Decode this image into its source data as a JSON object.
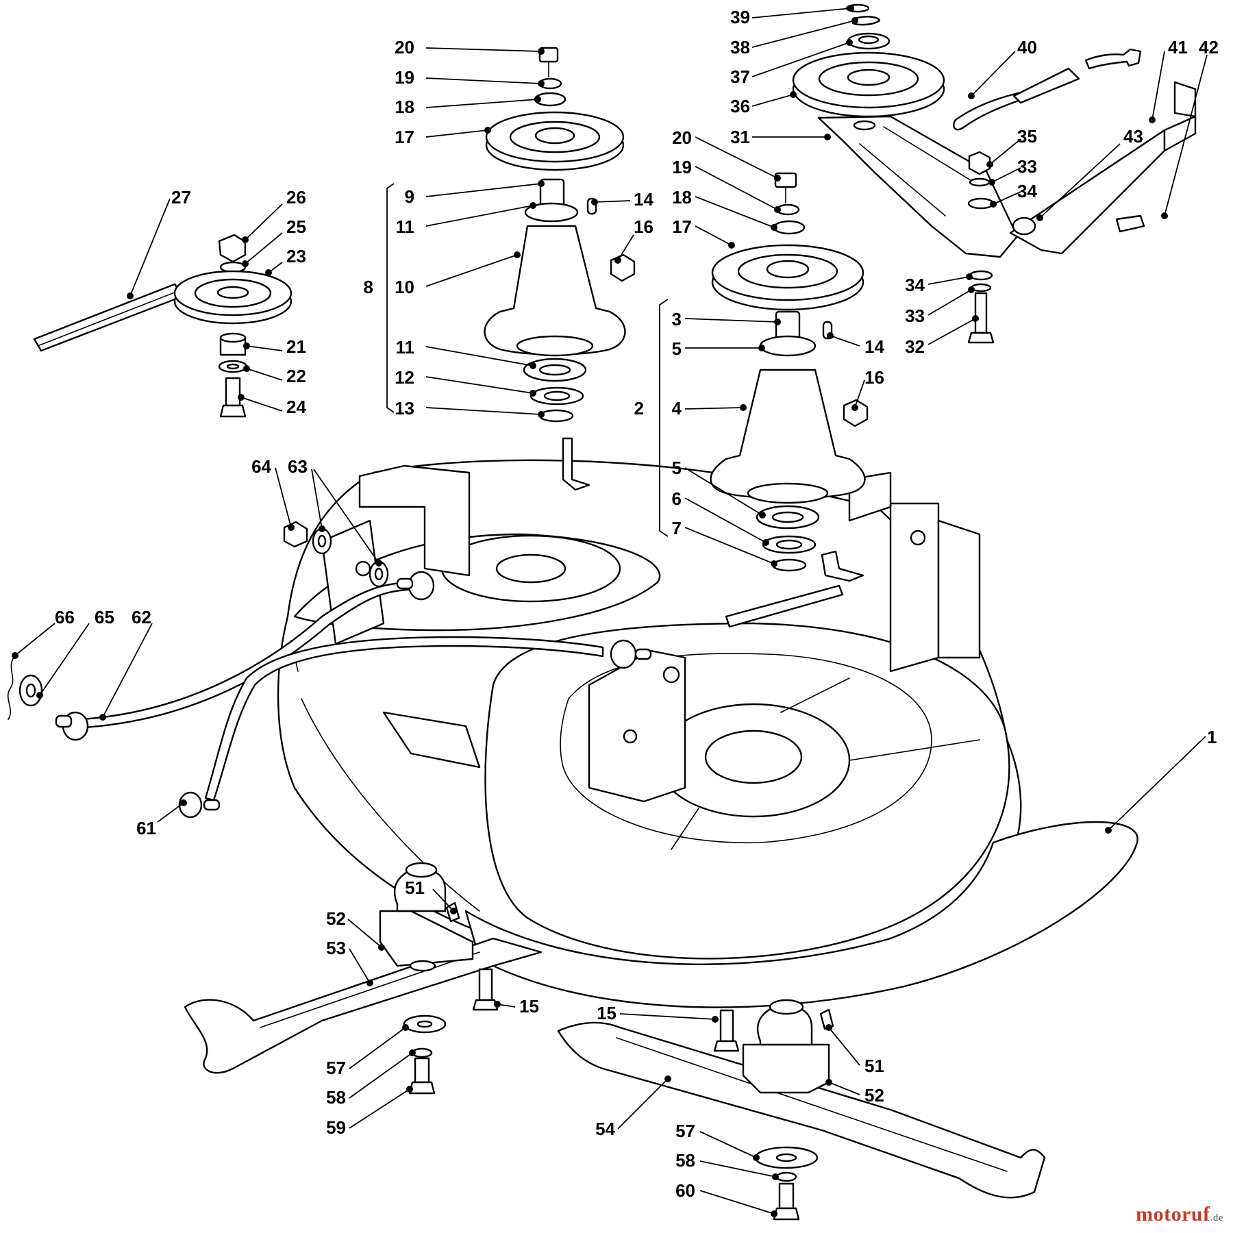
{
  "callouts": {
    "c1": "1",
    "c2": "2",
    "c3": "3",
    "c4": "4",
    "c5a": "5",
    "c5b": "5",
    "c6": "6",
    "c7": "7",
    "c8": "8",
    "c9": "9",
    "c10": "10",
    "c11a": "11",
    "c11b": "11",
    "c12": "12",
    "c13": "13",
    "c14a": "14",
    "c14b": "14",
    "c15a": "15",
    "c15b": "15",
    "c16a": "16",
    "c16b": "16",
    "c17a": "17",
    "c17b": "17",
    "c18a": "18",
    "c18b": "18",
    "c19a": "19",
    "c19b": "19",
    "c20a": "20",
    "c20b": "20",
    "c21": "21",
    "c22": "22",
    "c23": "23",
    "c24": "24",
    "c25": "25",
    "c26": "26",
    "c27": "27",
    "c31": "31",
    "c32": "32",
    "c33a": "33",
    "c33b": "33",
    "c34a": "34",
    "c34b": "34",
    "c35": "35",
    "c36": "36",
    "c37": "37",
    "c38": "38",
    "c39": "39",
    "c40": "40",
    "c41": "41",
    "c42": "42",
    "c43": "43",
    "c51a": "51",
    "c51b": "51",
    "c52a": "52",
    "c52b": "52",
    "c53": "53",
    "c54": "54",
    "c57a": "57",
    "c57b": "57",
    "c58a": "58",
    "c58b": "58",
    "c59": "59",
    "c60": "60",
    "c61": "61",
    "c62": "62",
    "c63": "63",
    "c64": "64",
    "c65": "65",
    "c66": "66"
  },
  "watermark": {
    "brand": "motoruf",
    "domain": ".de"
  }
}
